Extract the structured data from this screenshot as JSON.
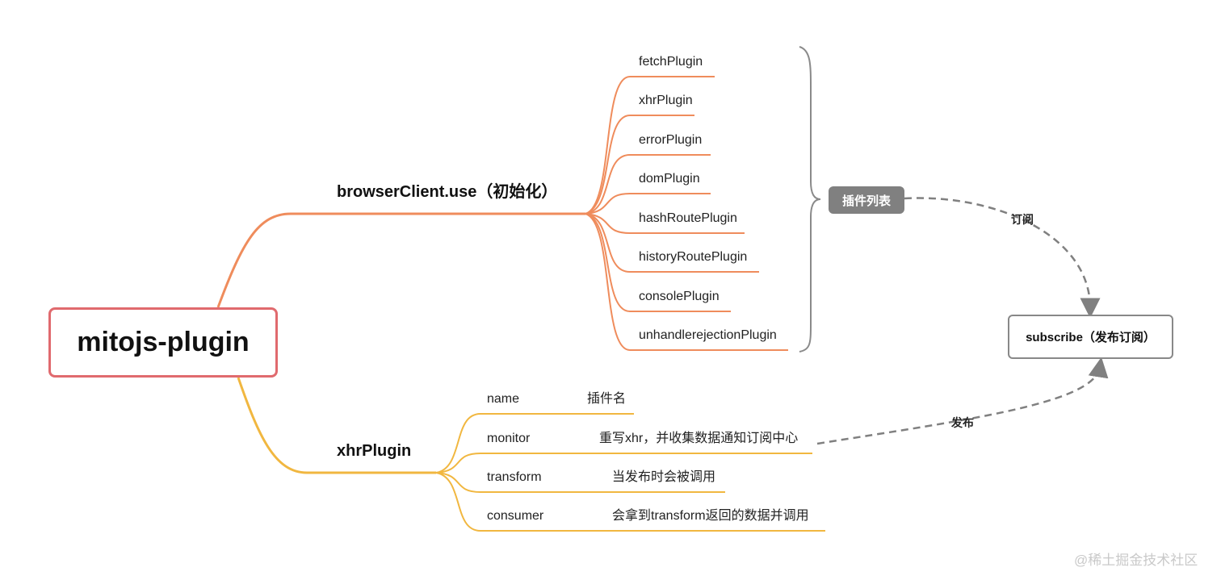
{
  "root": {
    "label": "mitojs-plugin"
  },
  "branch_init": {
    "label": "browserClient.use（初始化）",
    "plugins": [
      "fetchPlugin",
      "xhrPlugin",
      "errorPlugin",
      "domPlugin",
      "hashRoutePlugin",
      "historyRoutePlugin",
      "consolePlugin",
      "unhandlerejectionPlugin"
    ]
  },
  "plugin_list_tag": "插件列表",
  "branch_xhr": {
    "label": "xhrPlugin",
    "rows": [
      {
        "key": "name",
        "desc": "插件名"
      },
      {
        "key": "monitor",
        "desc": "重写xhr，并收集数据通知订阅中心"
      },
      {
        "key": "transform",
        "desc": "当发布时会被调用"
      },
      {
        "key": "consumer",
        "desc": "会拿到transform返回的数据并调用"
      }
    ]
  },
  "subscribe_box": "subscribe（发布订阅）",
  "edge_subscribe_label": "订阅",
  "edge_publish_label": "发布",
  "watermark": "@稀土掘金技术社区",
  "colors": {
    "root_border": "#e06a6e",
    "branch_init": "#ef8c5c",
    "branch_xhr": "#f1b740",
    "gray": "#808080"
  }
}
